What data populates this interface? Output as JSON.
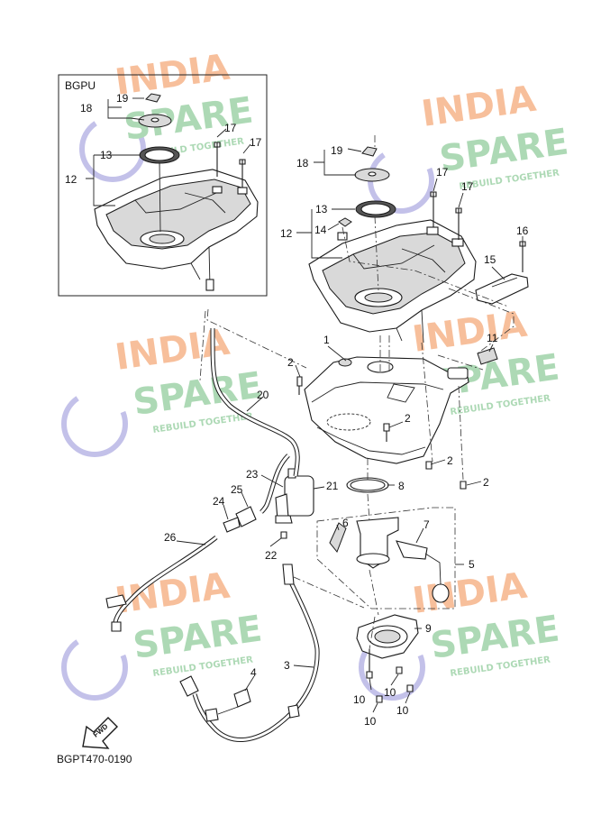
{
  "diagram": {
    "inset_title": "BGPU",
    "footer_code": "BGPT470-0190",
    "fwd_label": "FWD",
    "colors": {
      "watermark_orange": "#f6b48a",
      "watermark_green": "#9fd3a8",
      "watermark_blue": "#b9b6e6"
    },
    "watermark": {
      "line1": "INDIA",
      "line2": "SPARE",
      "tagline": "REBUILD TOGETHER"
    },
    "labels": {
      "p1": "1",
      "p2a": "2",
      "p2b": "2",
      "p2c": "2",
      "p2d": "2",
      "p3": "3",
      "p4": "4",
      "p5": "5",
      "p6": "6",
      "p7": "7",
      "p8": "8",
      "p9": "9",
      "p10a": "10",
      "p10b": "10",
      "p10c": "10",
      "p10d": "10",
      "p11": "11",
      "p12": "12",
      "p13": "13",
      "p14": "14",
      "p15": "15",
      "p16": "16",
      "p17a": "17",
      "p17b": "17",
      "p18": "18",
      "p19": "19",
      "p20": "20",
      "p21": "21",
      "p22": "22",
      "p23": "23",
      "p24": "24",
      "p25": "25",
      "p26": "26",
      "i12": "12",
      "i13": "13",
      "i17a": "17",
      "i17b": "17",
      "i18": "18",
      "i19": "19"
    }
  }
}
